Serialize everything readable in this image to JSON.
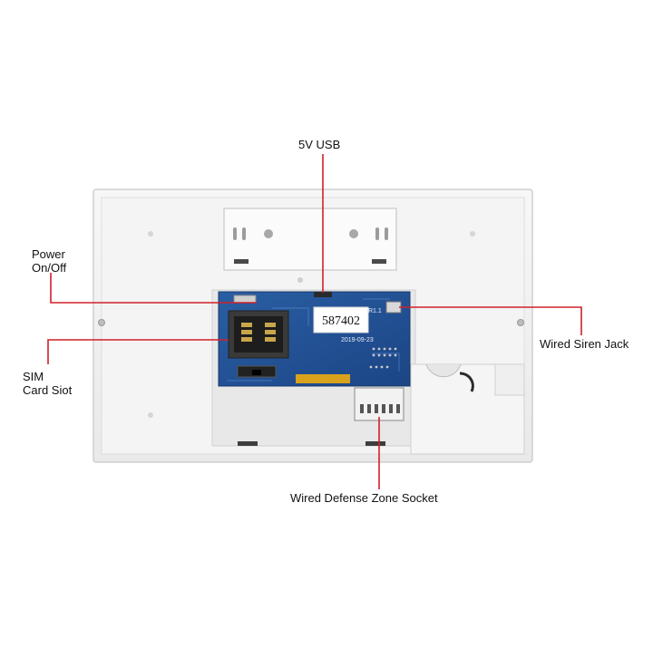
{
  "labels": {
    "usb": "5V USB",
    "power_line1": "Power",
    "power_line2": "On/Off",
    "sim_line1": "SIM",
    "sim_line2": "Card Siot",
    "siren": "Wired Siren Jack",
    "zone": "Wired Defense Zone Socket"
  },
  "board": {
    "sticker_code": "587402",
    "revision": "R1.1",
    "date": "2019-09-23"
  },
  "colors": {
    "callout_line": "#d0202a",
    "pcb": "#1e4f92",
    "housing": "#f3f3f3"
  }
}
